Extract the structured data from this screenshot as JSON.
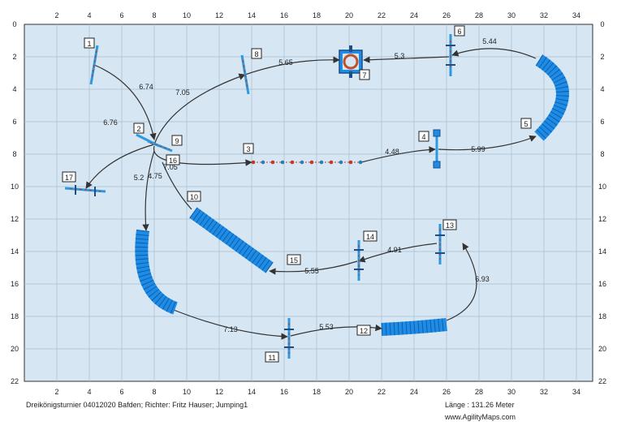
{
  "footer": {
    "event": "Dreikönigsturnier 04012020 Bafden; Richter: Fritz Hauser; Jumping1",
    "length": "Länge : 131.26 Meter",
    "site": "www.AgilityMaps.com"
  },
  "axes": {
    "x_ticks": [
      "2",
      "4",
      "6",
      "8",
      "10",
      "12",
      "14",
      "16",
      "18",
      "20",
      "22",
      "24",
      "26",
      "28",
      "30",
      "32",
      "34"
    ],
    "y_ticks": [
      "0",
      "2",
      "4",
      "6",
      "8",
      "10",
      "12",
      "14",
      "16",
      "18",
      "20",
      "22"
    ]
  },
  "obstacles": [
    {
      "number": "1",
      "type": "jump"
    },
    {
      "number": "2",
      "type": "jump"
    },
    {
      "number": "3",
      "type": "weave"
    },
    {
      "number": "4",
      "type": "jump"
    },
    {
      "number": "5",
      "type": "tunnel"
    },
    {
      "number": "6",
      "type": "jump"
    },
    {
      "number": "7",
      "type": "tire"
    },
    {
      "number": "8",
      "type": "jump"
    },
    {
      "number": "9",
      "type": "jump"
    },
    {
      "number": "10",
      "type": "tunnel"
    },
    {
      "number": "11",
      "type": "jump"
    },
    {
      "number": "12",
      "type": "tunnel"
    },
    {
      "number": "13",
      "type": "jump"
    },
    {
      "number": "14",
      "type": "jump"
    },
    {
      "number": "15",
      "type": "tunnel"
    },
    {
      "number": "16",
      "type": "jump"
    },
    {
      "number": "17",
      "type": "jump"
    }
  ],
  "distances": [
    "6.74",
    "6.76",
    "7.05",
    "5.65",
    "5.3",
    "5.44",
    "7.05",
    "4.75",
    "5.2",
    "4.48",
    "5.99",
    "5.55",
    "4.91",
    "6.93",
    "7.13",
    "5.53"
  ],
  "colors": {
    "field": "#d6e6f3",
    "grid": "#9fb1c2",
    "tunnel": "#1e8ce6",
    "bar": "#2a9be0",
    "pole": "#1d4e8a",
    "weave_pole": "#c0392b",
    "tire": "#c0502a"
  }
}
